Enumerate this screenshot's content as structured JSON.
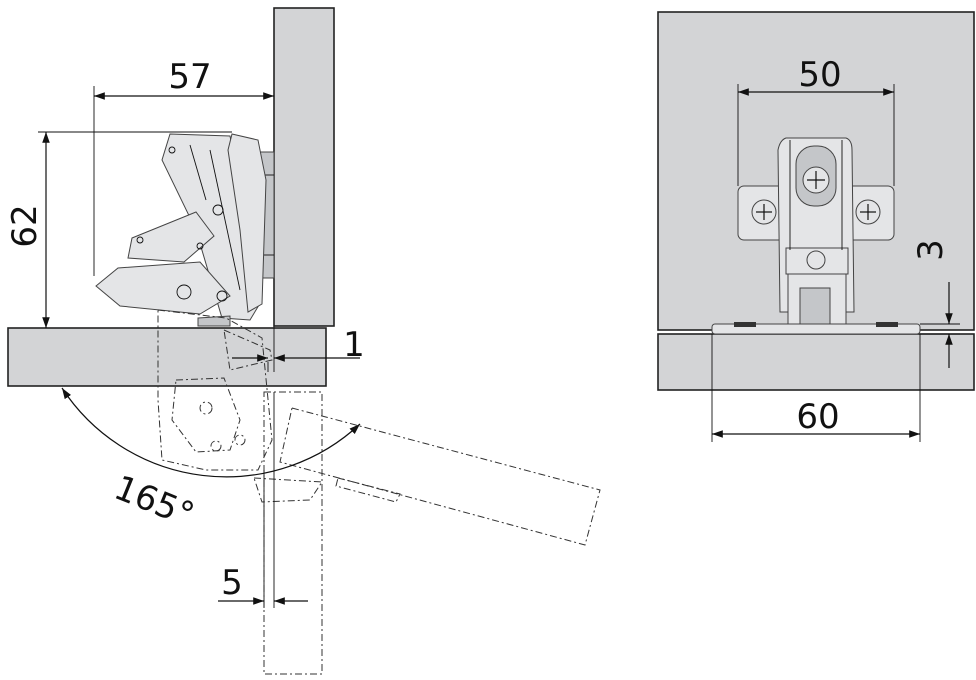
{
  "dimensions": {
    "side_width": "57",
    "side_height": "62",
    "overlay_gap": "1",
    "opening_angle": "165°",
    "door_offset": "5",
    "plate_width": "50",
    "plate_offset": "3",
    "base_width": "60"
  },
  "colors": {
    "panel": "#d3d4d6",
    "line": "#111111",
    "hinge_metal": "#e4e5e7"
  }
}
